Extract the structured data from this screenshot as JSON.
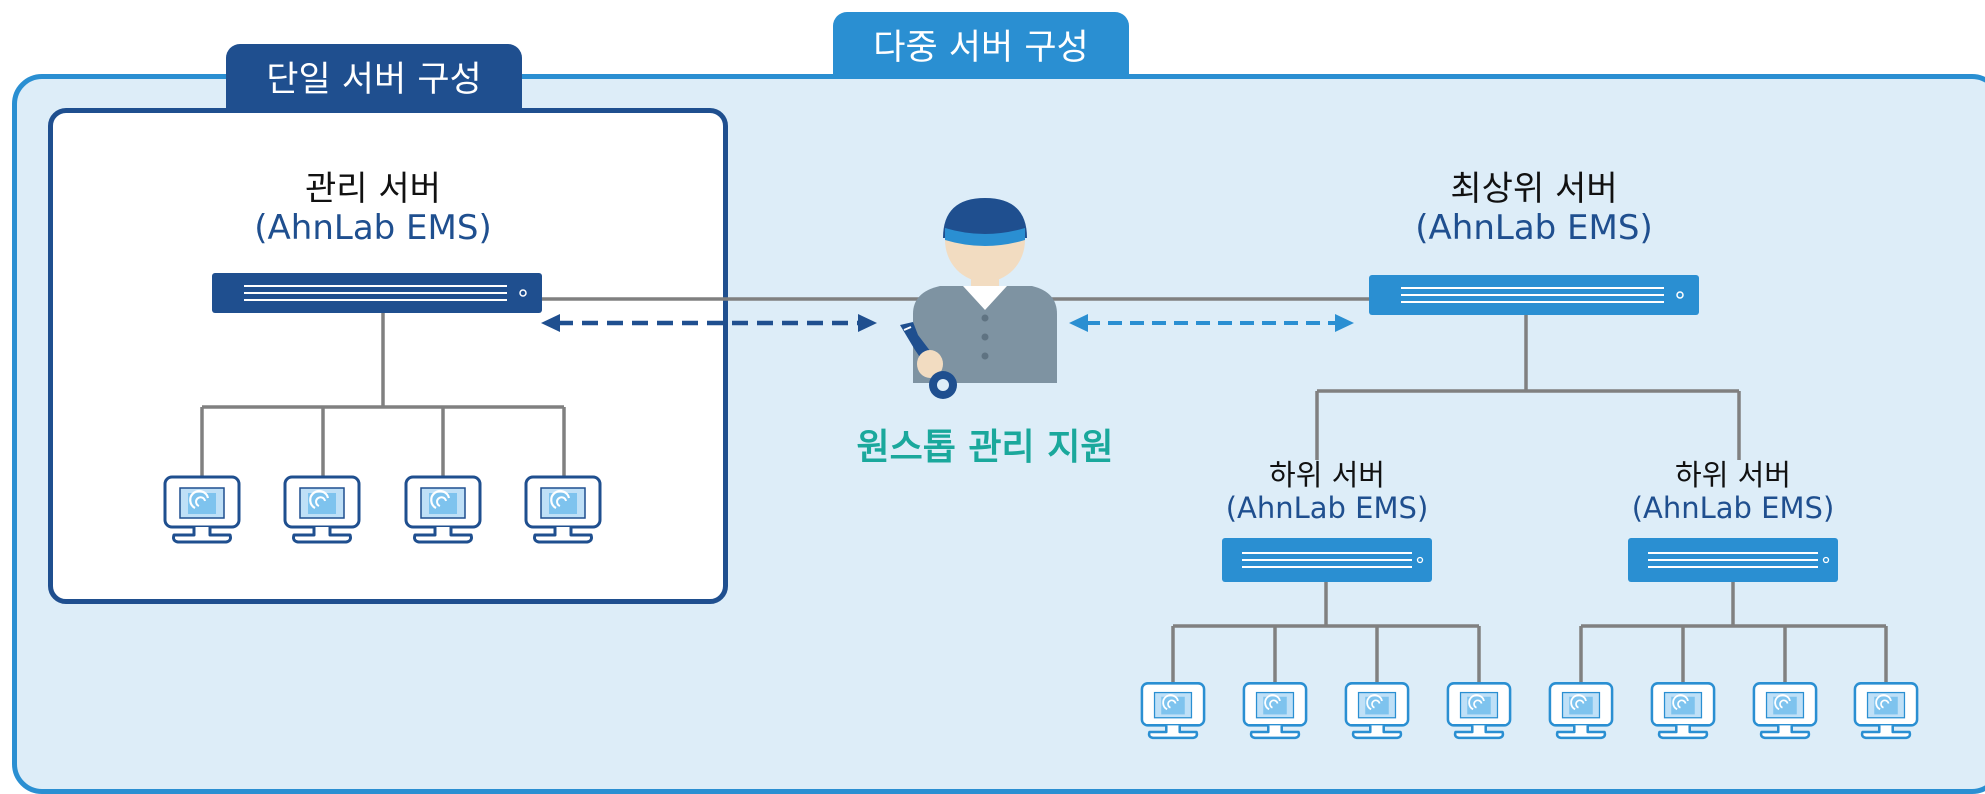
{
  "tabs": {
    "multi_server": "다중 서버 구성",
    "single_server": "단일 서버 구성"
  },
  "single": {
    "server_title": "관리 서버",
    "server_product": "(AhnLab EMS)",
    "clients": 4
  },
  "multi": {
    "top_server_title": "최상위 서버",
    "top_server_product": "(AhnLab EMS)",
    "sub_servers": [
      {
        "title": "하위 서버",
        "product": "(AhnLab EMS)",
        "clients": 4
      },
      {
        "title": "하위 서버",
        "product": "(AhnLab EMS)",
        "clients": 4
      }
    ]
  },
  "admin": {
    "label": "원스톱 관리 지원",
    "icon": "technician-icon"
  },
  "colors": {
    "navy": "#1f4f8f",
    "blue": "#2a8fd2",
    "panel_bg": "#ddedf8",
    "teal": "#1aa89c",
    "line": "#808080"
  }
}
